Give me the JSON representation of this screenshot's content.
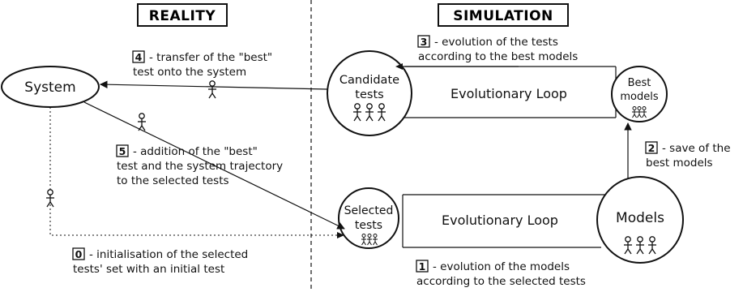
{
  "headers": {
    "reality": "REALITY",
    "simulation": "SIMULATION"
  },
  "nodes": {
    "system": "System",
    "candidate_tests": [
      "Candidate",
      "tests"
    ],
    "best_models": [
      "Best",
      "models"
    ],
    "selected_tests": [
      "Selected",
      "tests"
    ],
    "models": "Models"
  },
  "loops": {
    "top": "Evolutionary Loop",
    "bottom": "Evolutionary Loop"
  },
  "steps": {
    "s0": {
      "num": "0",
      "lines": [
        "- initialisation of the selected",
        "tests' set with an initial test"
      ]
    },
    "s1": {
      "num": "1",
      "lines": [
        "- evolution of the models",
        "according to the selected tests"
      ]
    },
    "s2": {
      "num": "2",
      "lines": [
        "- save of the",
        "best models"
      ]
    },
    "s3": {
      "num": "3",
      "lines": [
        "- evolution of the tests",
        "according to the best models"
      ]
    },
    "s4": {
      "num": "4",
      "lines": [
        "- transfer of the \"best\"",
        "test  onto the system"
      ]
    },
    "s5": {
      "num": "5",
      "lines": [
        "- addition of the \"best\"",
        "test and the system trajectory",
        "to the selected tests"
      ]
    }
  },
  "icons": [
    "stick-figure-icon",
    "arrow-head-icon",
    "dashed-divider"
  ]
}
